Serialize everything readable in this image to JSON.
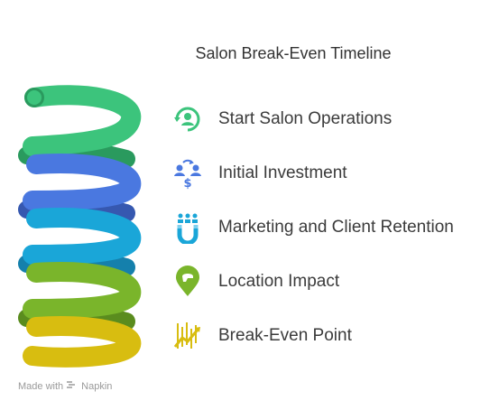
{
  "title": "Salon Break-Even Timeline",
  "items": [
    {
      "label": "Start Salon Operations",
      "color": "#3cc47c",
      "icon": "refresh-person-icon"
    },
    {
      "label": "Initial Investment",
      "color": "#4a78e0",
      "icon": "people-dollar-icon"
    },
    {
      "label": "Marketing and Client Retention",
      "color": "#1aa6d8",
      "icon": "magnet-people-icon"
    },
    {
      "label": "Location Impact",
      "color": "#7ab52b",
      "icon": "location-pin-icon"
    },
    {
      "label": "Break-Even Point",
      "color": "#d8bd10",
      "icon": "growth-chart-icon"
    }
  ],
  "footer": {
    "prefix": "Made with",
    "brand": "Napkin"
  }
}
